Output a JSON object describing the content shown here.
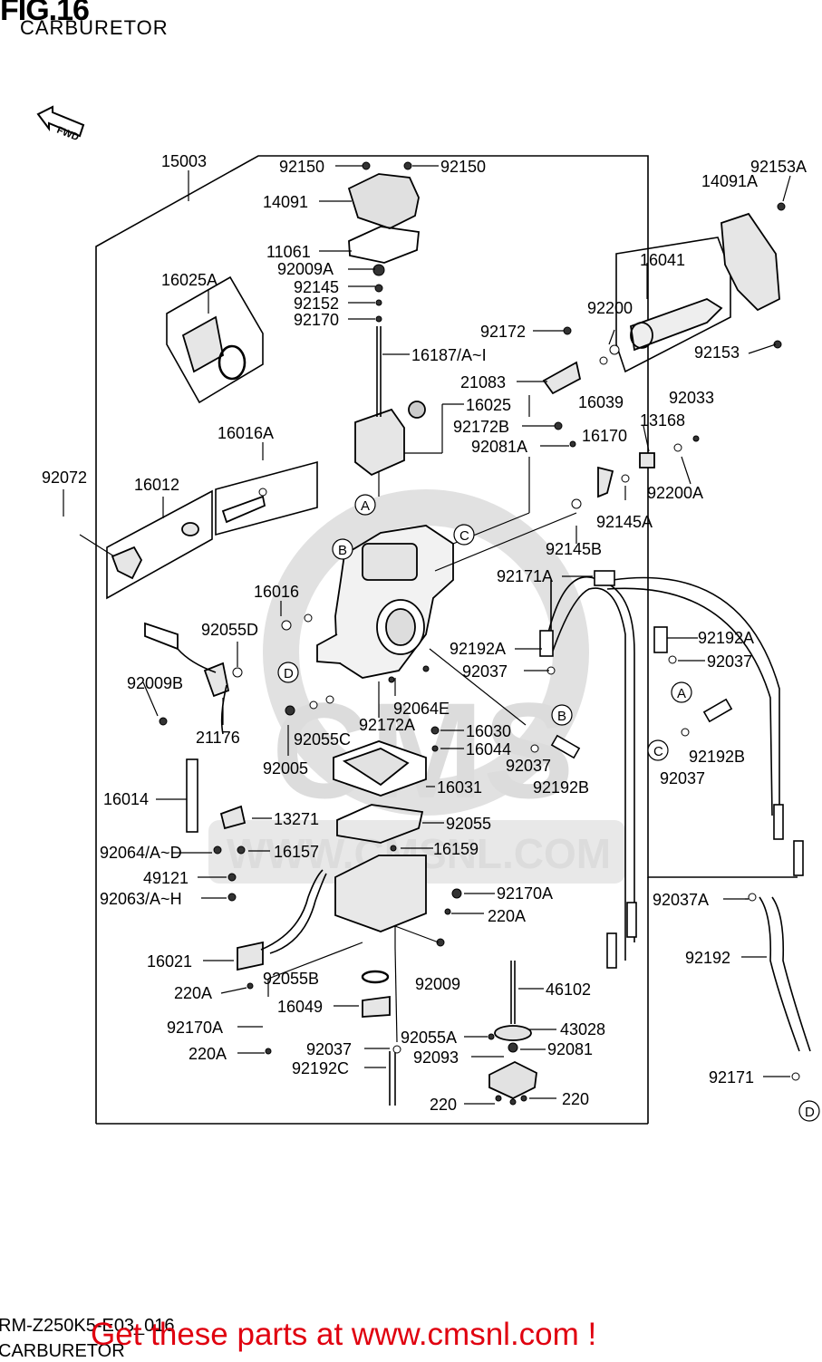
{
  "header": {
    "figure": "FIG.16",
    "subtitle": "CARBURETOR"
  },
  "direction_tag": "FWD",
  "watermark": {
    "brand": "CMS",
    "url": "WWW.CMSNL.COM"
  },
  "callout_letters": {
    "a": "A",
    "b": "B",
    "c": "C",
    "d": "D"
  },
  "labels": {
    "p15003": "15003",
    "p92150_left": "92150",
    "p92150_right": "92150",
    "p92153A": "92153A",
    "p14091": "14091",
    "p14091A": "14091A",
    "p11061": "11061",
    "p92009A": "92009A",
    "p16025A": "16025A",
    "p92145": "92145",
    "p92152": "92152",
    "p92170": "92170",
    "p16041": "16041",
    "p92200": "92200",
    "p92172": "92172",
    "p16187": "16187/A~I",
    "p92153": "92153",
    "p21083": "21083",
    "p16039": "16039",
    "p92033": "92033",
    "p16025": "16025",
    "p13168": "13168",
    "p92172B": "92172B",
    "p16170": "16170",
    "p16016A": "16016A",
    "p92081A": "92081A",
    "p92200A": "92200A",
    "p92072": "92072",
    "p16012": "16012",
    "p92145A": "92145A",
    "p92145B": "92145B",
    "p92171A": "92171A",
    "p16016": "16016",
    "p92055D": "92055D",
    "p92192A_right": "92192A",
    "p92192A_left": "92192A",
    "p92037_a": "92037",
    "p92037_b": "92037",
    "p92009B": "92009B",
    "p92064E": "92064E",
    "p92055C": "92055C",
    "p92172A": "92172A",
    "p16030": "16030",
    "p21176": "21176",
    "p16044": "16044",
    "p92192B_right": "92192B",
    "p92037_c": "92037",
    "p92005": "92005",
    "p92037_d": "92037",
    "p92192B_mid": "92192B",
    "p16014": "16014",
    "p16031": "16031",
    "p13271": "13271",
    "p92055": "92055",
    "p92064AD": "92064/A~D",
    "p16157": "16157",
    "p16159": "16159",
    "p49121": "49121",
    "p92170A": "92170A",
    "p92063AH": "92063/A~H",
    "p220A_a": "220A",
    "p92037A": "92037A",
    "p16021": "16021",
    "p92192": "92192",
    "p92055B": "92055B",
    "p92009": "92009",
    "p46102": "46102",
    "p220A_b": "220A",
    "p16049": "16049",
    "p43028": "43028",
    "p92170A_b": "92170A",
    "p92055A": "92055A",
    "p92037_e": "92037",
    "p92081": "92081",
    "p220A_c": "220A",
    "p92093": "92093",
    "p92192C": "92192C",
    "p92171": "92171",
    "p220_left": "220",
    "p220_right": "220"
  },
  "footer": {
    "diagram_id": "RM-Z250K5-E03_016",
    "subtitle": "CARBURETOR",
    "promo": "Get these parts at www.cmsnl.com !"
  },
  "colors": {
    "promo": "#e0000f",
    "line": "#000000",
    "watermark": "#d9d9d9"
  }
}
